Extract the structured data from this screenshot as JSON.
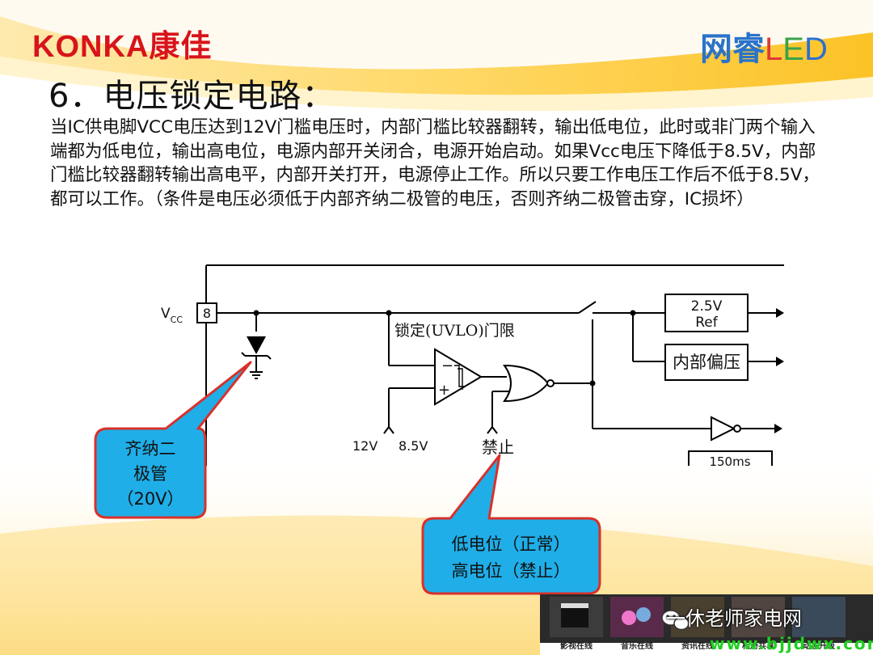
{
  "header": {
    "logo_left": "KONKA康佳",
    "logo_right_part1": "网睿",
    "logo_right_L": "L",
    "logo_right_E": "E",
    "logo_right_D": "D"
  },
  "slide": {
    "title": "6．电压锁定电路：",
    "body": "当IC供电脚VCC电压达到12V门槛电压时，内部门槛比较器翻转，输出低电位，此时或非门两个输入端都为低电位，输出高电位，电源内部开关闭合，电源开始启动。如果Vcc电压下降低于8.5V，内部门槛比较器翻转输出高电平，内部开关打开，电源停止工作。所以只要工作电压工作后不低于8.5V，都可以工作。（条件是电压必须低于内部齐纳二极管的电压，否则齐纳二极管击穿，IC损坏）"
  },
  "diagram": {
    "vcc_label": "V",
    "vcc_sub": "CC",
    "pin_number": "8",
    "ref_line1": "2.5V",
    "ref_line2": "Ref",
    "internal_bias": "内部偏压",
    "uvlo_label": "锁定(UVLO)门限",
    "v12": "12V",
    "v85": "8.5V",
    "inhibit": "禁止",
    "timer": "150ms",
    "comparator_minus": "−",
    "comparator_plus": "+"
  },
  "callouts": {
    "zener_line1": "齐纳二",
    "zener_line2": "极管",
    "zener_line3": "（20V）",
    "state_line1": "低电位（正常）",
    "state_line2": "高电位（禁止）"
  },
  "footer": {
    "watermark": "一休老师家电网",
    "url": "www.bjjdwx.com",
    "thumbs": [
      "影视在线",
      "音乐在线",
      "资讯在线",
      "相册共享",
      "动态升级"
    ]
  },
  "colors": {
    "brand_red": "#d8141b",
    "callout_fill": "#1faee8",
    "callout_border": "#d8312b"
  }
}
